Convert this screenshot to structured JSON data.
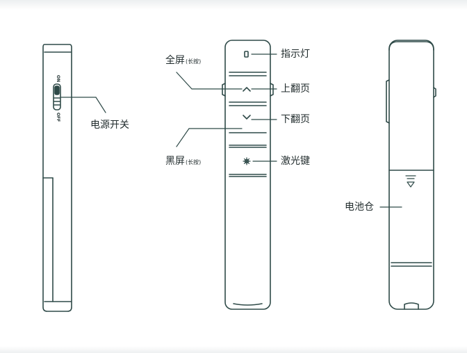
{
  "labels": {
    "power_switch": "电源开关",
    "indicator_light": "指示灯",
    "full_screen": "全屏",
    "full_screen_note": "(长按)",
    "page_up": "上翻页",
    "page_down": "下翻页",
    "black_screen": "黑屏",
    "black_screen_note": "(长按)",
    "laser_key": "激光键",
    "battery_compartment": "电池仓"
  },
  "switch": {
    "on": "ON",
    "off": "OFF"
  },
  "colors": {
    "outline": "#2f4a48",
    "text": "#1f2a2b"
  }
}
